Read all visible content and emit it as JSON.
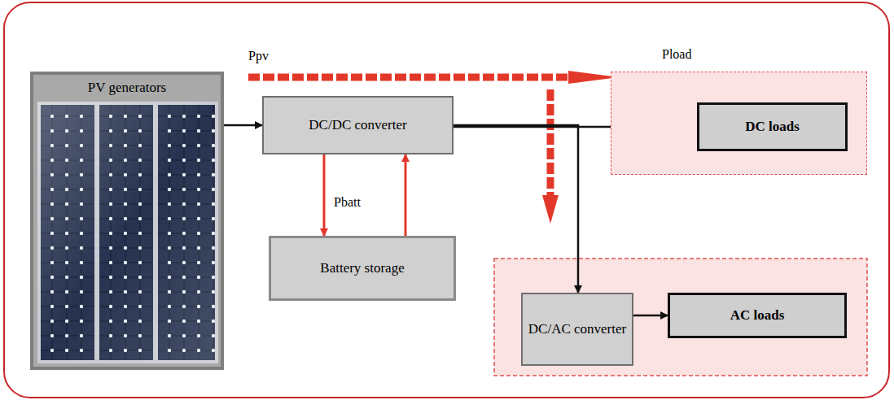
{
  "diagram": {
    "nodes": [
      {
        "text": [
          "PV generators"
        ]
      },
      {
        "text": [
          "DC/DC converter"
        ]
      },
      {
        "text": [
          "Battery storage"
        ]
      },
      {
        "text": [
          "Pload"
        ]
      },
      {
        "text": [
          "DC loads"
        ],
        "in": 3
      },
      {
        "text": [
          "DC/AC converter"
        ]
      },
      {
        "text": [
          "AC loads"
        ]
      }
    ],
    "edges": [
      {
        "from": 0,
        "to": 1,
        "arrow": "to"
      },
      {
        "from": 1,
        "to": 4,
        "arrow": "to"
      },
      {
        "from": 1,
        "to": 5,
        "arrow": "to"
      },
      {
        "from": 5,
        "to": 6,
        "arrow": "to"
      },
      {
        "from": 1,
        "to": 2,
        "arrow": "to"
      },
      {
        "from": 2,
        "to": 1,
        "arrow": "to"
      }
    ],
    "labels": [
      "Ppv",
      "Pbatt"
    ]
  }
}
